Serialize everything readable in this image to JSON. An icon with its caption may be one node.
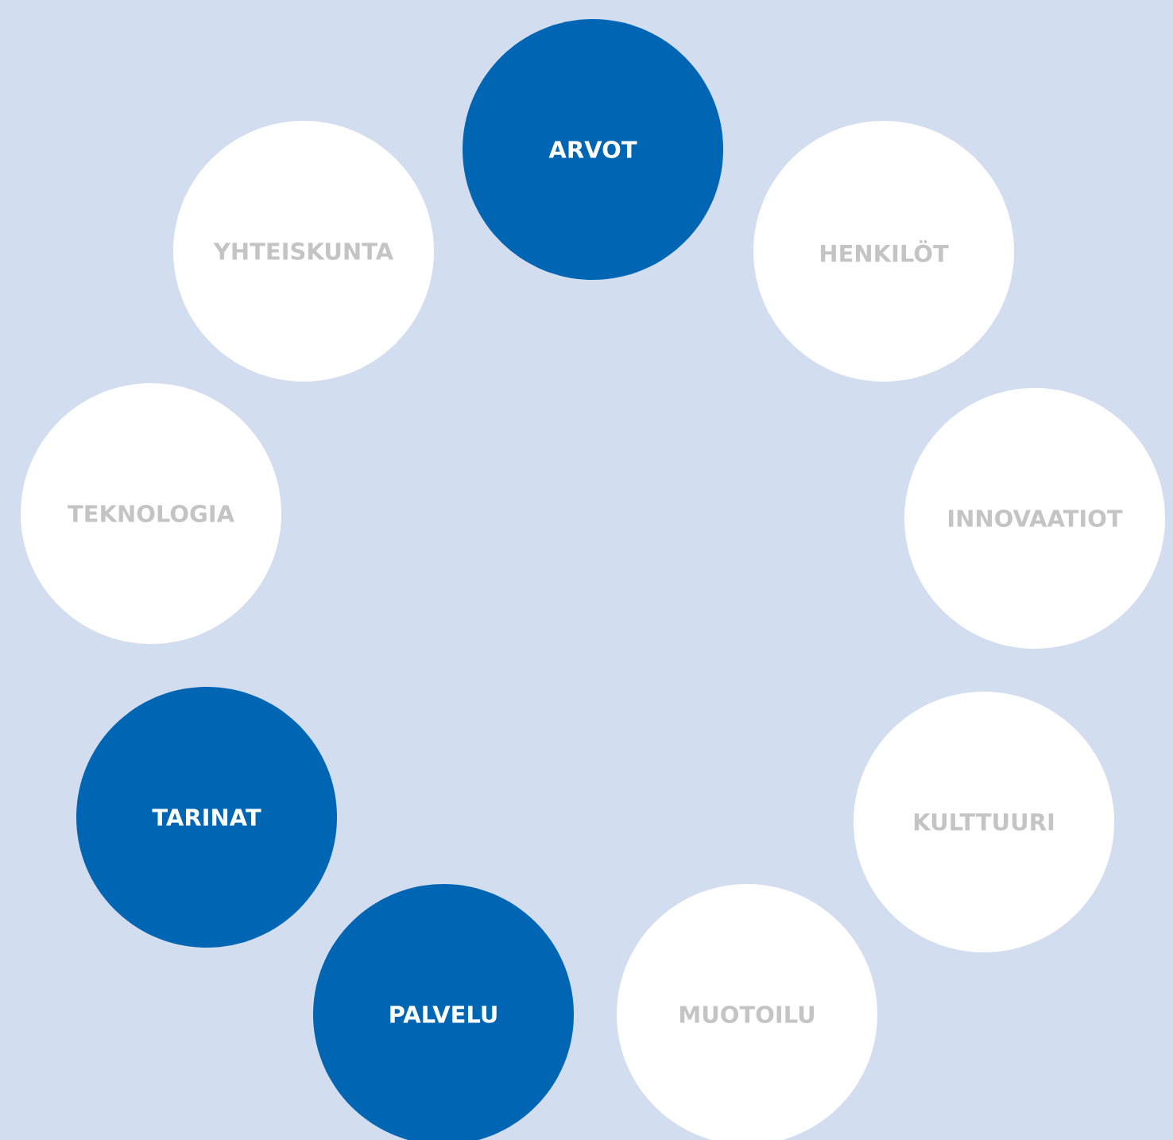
{
  "diagram": {
    "nodes": [
      {
        "text": [
          "ARVOT"
        ]
      },
      {
        "text": [
          "YHTEISKUNTA"
        ]
      },
      {
        "text": [
          "HENKILÖT"
        ]
      },
      {
        "text": [
          "TEKNOLOGIA"
        ]
      },
      {
        "text": [
          "INNOVAATIOT"
        ]
      },
      {
        "text": [
          "TARINAT"
        ]
      },
      {
        "text": [
          "KULTTUURI"
        ]
      },
      {
        "text": [
          "PALVELU"
        ]
      },
      {
        "text": [
          "MUOTOILU"
        ]
      }
    ]
  }
}
